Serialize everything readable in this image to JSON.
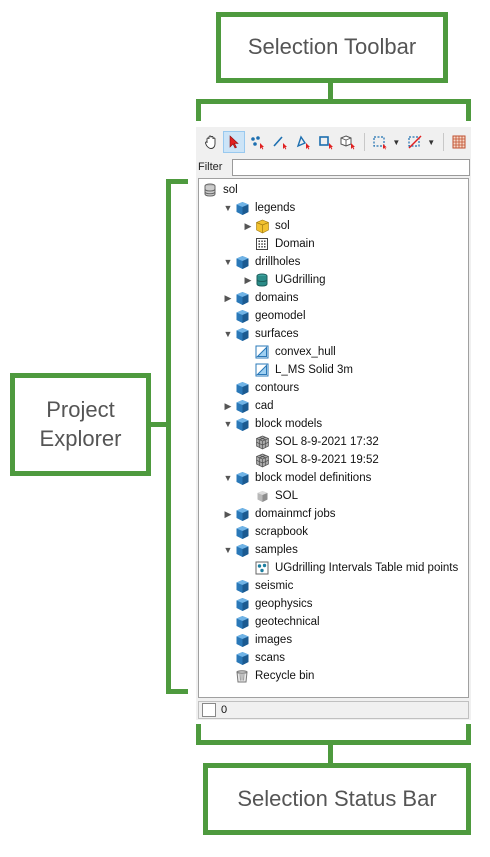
{
  "callouts": {
    "toolbar": "Selection Toolbar",
    "explorer_line1": "Project",
    "explorer_line2": "Explorer",
    "statusbar": "Selection Status Bar"
  },
  "colors": {
    "callout_green": "#4e9a3e",
    "folder_blue": "#2a78b8",
    "selected_tool": "#cce4f7"
  },
  "toolbar": {
    "tools": [
      "hand-tool",
      "pointer-select-tool",
      "point-select-tool",
      "line-select-tool",
      "polygon-select-tool",
      "box-select-tool",
      "object-select-tool",
      "rectangle-dropdown-tool",
      "clear-dropdown-tool",
      "grid-tool"
    ],
    "active_tool": "pointer-select-tool"
  },
  "filter": {
    "label": "Filter",
    "value": ""
  },
  "tree": [
    {
      "label": "sol",
      "icon": "database-icon",
      "expand": "none"
    },
    {
      "label": "legends",
      "icon": "folder-cube-icon",
      "expand": "open"
    },
    {
      "label": "sol",
      "icon": "legend-cube-icon",
      "expand": "closed"
    },
    {
      "label": "Domain",
      "icon": "grid-legend-icon",
      "expand": "none"
    },
    {
      "label": "drillholes",
      "icon": "folder-cube-icon",
      "expand": "open"
    },
    {
      "label": "UGdrilling",
      "icon": "drillhole-db-icon",
      "expand": "closed"
    },
    {
      "label": "domains",
      "icon": "folder-cube-icon",
      "expand": "closed"
    },
    {
      "label": "geomodel",
      "icon": "folder-cube-icon",
      "expand": "none"
    },
    {
      "label": "surfaces",
      "icon": "folder-cube-icon",
      "expand": "open"
    },
    {
      "label": "convex_hull",
      "icon": "surface-icon",
      "expand": "none"
    },
    {
      "label": "L_MS Solid 3m",
      "icon": "surface-icon",
      "expand": "none"
    },
    {
      "label": "contours",
      "icon": "folder-cube-icon",
      "expand": "none"
    },
    {
      "label": "cad",
      "icon": "folder-cube-icon",
      "expand": "closed"
    },
    {
      "label": "block models",
      "icon": "folder-cube-icon",
      "expand": "open"
    },
    {
      "label": "SOL 8-9-2021 17:32",
      "icon": "block-model-icon",
      "expand": "none"
    },
    {
      "label": "SOL 8-9-2021 19:52",
      "icon": "block-model-icon",
      "expand": "none"
    },
    {
      "label": "block model definitions",
      "icon": "folder-cube-icon",
      "expand": "open"
    },
    {
      "label": "SOL",
      "icon": "grey-cube-icon",
      "expand": "none"
    },
    {
      "label": "domainmcf jobs",
      "icon": "folder-cube-icon",
      "expand": "closed"
    },
    {
      "label": "scrapbook",
      "icon": "folder-cube-icon",
      "expand": "none"
    },
    {
      "label": "samples",
      "icon": "folder-cube-icon",
      "expand": "open"
    },
    {
      "label": "UGdrilling Intervals Table mid points",
      "icon": "points-icon",
      "expand": "none"
    },
    {
      "label": "seismic",
      "icon": "folder-cube-icon",
      "expand": "none"
    },
    {
      "label": "geophysics",
      "icon": "folder-cube-icon",
      "expand": "none"
    },
    {
      "label": "geotechnical",
      "icon": "folder-cube-icon",
      "expand": "none"
    },
    {
      "label": "images",
      "icon": "folder-cube-icon",
      "expand": "none"
    },
    {
      "label": "scans",
      "icon": "folder-cube-icon",
      "expand": "none"
    },
    {
      "label": "Recycle bin",
      "icon": "recycle-bin-icon",
      "expand": "none"
    }
  ],
  "status": {
    "count": "0"
  }
}
